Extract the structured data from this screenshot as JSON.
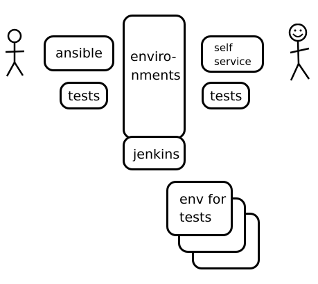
{
  "diagram": {
    "boxes": {
      "ansible": "ansible",
      "tests_left": "tests",
      "environments_line1": "enviro-",
      "environments_line2": "nments",
      "self_service_line1": "self",
      "self_service_line2": "service",
      "tests_right": "tests",
      "jenkins": "jenkins",
      "env_for_tests_line1": "env for",
      "env_for_tests_line2": "tests"
    },
    "figures": [
      "stick-figure-person",
      "smiling-stick-figure-person"
    ],
    "colors": {
      "stroke": "#000000",
      "background": "#ffffff"
    }
  }
}
